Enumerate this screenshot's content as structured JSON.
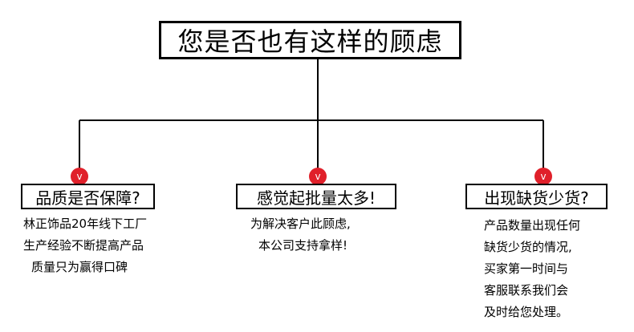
{
  "title": "您是否也有这样的顾虑",
  "badge_letter": "v",
  "accent_color": "#e0202a",
  "line_color": "#000000",
  "columns": [
    {
      "question": "品质是否保障?",
      "lines": [
        "林正饰品20年线下工厂",
        "生产经验不断提高产品",
        "质量只为赢得口碑"
      ]
    },
    {
      "question": "感觉起批量太多!",
      "lines": [
        "为解决客户此顾虑,",
        "本公司支持拿样!"
      ]
    },
    {
      "question": "出现缺货少货?",
      "lines": [
        "产品数量出现任何",
        "缺货少货的情况,",
        "买家第一时间与",
        "客服联系我们会",
        "及时给您处理。"
      ]
    }
  ]
}
